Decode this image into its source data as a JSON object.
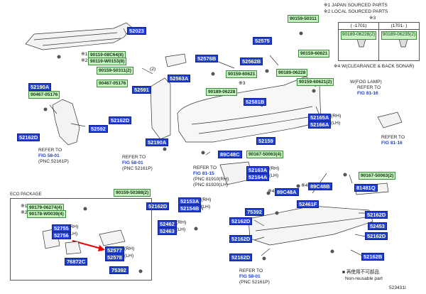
{
  "legend": {
    "l1": "※1 JAPAN SOURCED PARTS",
    "l2": "※2 LOCAL SOURCED PARTS",
    "l3": "※3",
    "l4": "※4 W(CLEARANCE & BACK SONAR)",
    "col1": "( -1701)",
    "col2": "(1701- )",
    "part1": "90189-06228(2)",
    "part2": "90189-06235(2)"
  },
  "labels": {
    "p52023": "52023",
    "p52575": "52575",
    "p52576B": "52576B",
    "p52562B": "52562B",
    "p52563A": "52563A",
    "p52591": "52591",
    "p52190A_top": "52190A",
    "p52162D_1": "52162D",
    "p52592": "52592",
    "p52162D_2": "52162D",
    "p52581B": "52581B",
    "p52159": "52159",
    "p52165A": "52165A",
    "p52166A": "52166A",
    "p52190A_mid": "52190A",
    "p89C48C": "89C48C",
    "p52163A": "52163A",
    "p52164A": "52164A",
    "p89C48A": "89C48A",
    "p89C48B": "89C48B",
    "p81481Q": "81481Q",
    "p52461F": "52461F",
    "p52153A": "52153A",
    "p52154B": "52154B",
    "p52162D_3": "52162D",
    "p75392_1": "75392",
    "p52162D_4": "52162D",
    "p52162D_5": "52162D",
    "p52453": "52453",
    "p52462": "52462",
    "p52463": "52463",
    "p52162D_6": "52162D",
    "p52162D_7": "52162D",
    "p52162B": "52162B",
    "p52162D_8": "52162D",
    "p52755": "52755",
    "p52756": "52756",
    "p52577": "52577",
    "p52578": "52578",
    "p76872C": "76872C",
    "p75392_2": "75392"
  },
  "green": {
    "g1": "90119-08C64(8)",
    "g2": "90119-W0153(8)",
    "g3": "90159-50311(2)",
    "g4": "90467-05176",
    "g5": "90159-50311",
    "g6": "90159-60621",
    "g7": "90159-60621",
    "g8": "90189-06228",
    "g9": "90189-06228",
    "g10": "90159-60621(2)",
    "g11": "90467-05176",
    "g12": "90167-50063(4)",
    "g13": "90159-50388(2)",
    "g14": "90167-50063(2)",
    "g15": "90179-06274(4)",
    "g16": "90178-W0039(4)"
  },
  "suffixes": {
    "s1": "※1",
    "s2": "※2",
    "s3": "※3",
    "s4": "(2)",
    "s5": "(RH)",
    "s6": "(LH)",
    "s7": "(RH)",
    "s8": "(LH)",
    "s9": "※4",
    "s10": "※4",
    "s11": "(RH)",
    "s12": "(LH)",
    "s13": "(RH)",
    "s14": "(LH)",
    "s15": "(RH)",
    "s16": "(LH)",
    "s17": "※1",
    "s18": "※2",
    "s19": "(RH)",
    "s20": "(LH)"
  },
  "refs": {
    "r1_a": "REFER TO",
    "r1_fig": "FIG 58-01",
    "r1_b": "(PNC 52161P)",
    "r2_a": "REFER TO",
    "r2_fig": "FIG 58-01",
    "r2_b": "(PNC 52161P)",
    "r3_a": "REFER TO",
    "r3_fig": "FIG 81-15",
    "r3_b": "(PNC 81910(RH)",
    "r3_c": "(PNC 81920(LH)",
    "r4_a": "W(FOG LAMP)",
    "r4_b": "REFER TO",
    "r4_fig": "FIG 81-16",
    "r5_a": "REFER TO",
    "r5_fig": "FIG 81-16",
    "r6_a": "REFER TO",
    "r6_fig": "FIG 58-01",
    "r6_b": "(PNC 52161P)"
  },
  "eco": {
    "title": "ECO PACKAGE"
  },
  "footer": {
    "nr_jp": "■ 再使用不可部品",
    "nr_en": "Non-reusable part",
    "code": "523431I"
  }
}
